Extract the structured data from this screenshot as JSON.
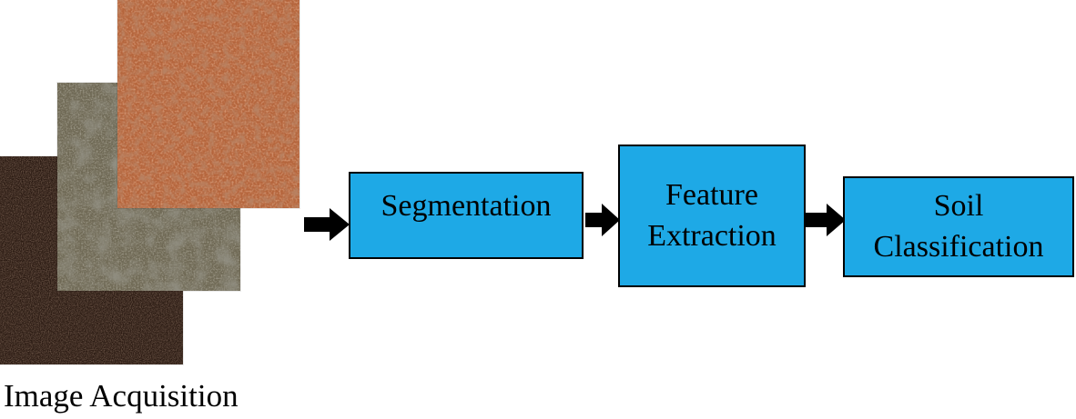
{
  "caption": "Image Acquisition",
  "steps": {
    "segmentation": [
      "Segmentation"
    ],
    "feature": [
      "Feature",
      "Extraction"
    ],
    "classification": [
      "Soil",
      "Classification"
    ]
  },
  "images": [
    {
      "name": "dark-soil",
      "color": "#2a1a12"
    },
    {
      "name": "gray-soil",
      "color": "#6a6452"
    },
    {
      "name": "red-soil",
      "color": "#b8643a"
    }
  ],
  "colors": {
    "box_fill": "#1ea9e6",
    "box_border": "#000000",
    "arrow": "#000000"
  }
}
